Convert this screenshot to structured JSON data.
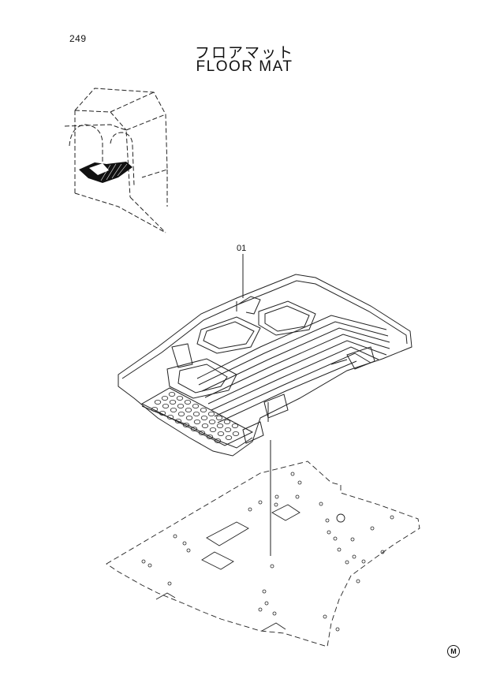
{
  "page": {
    "number": "249"
  },
  "title": {
    "japanese": "フロアマット",
    "english": "FLOOR MAT"
  },
  "callouts": [
    {
      "label": "01"
    }
  ],
  "symbol": {
    "text": "M"
  }
}
